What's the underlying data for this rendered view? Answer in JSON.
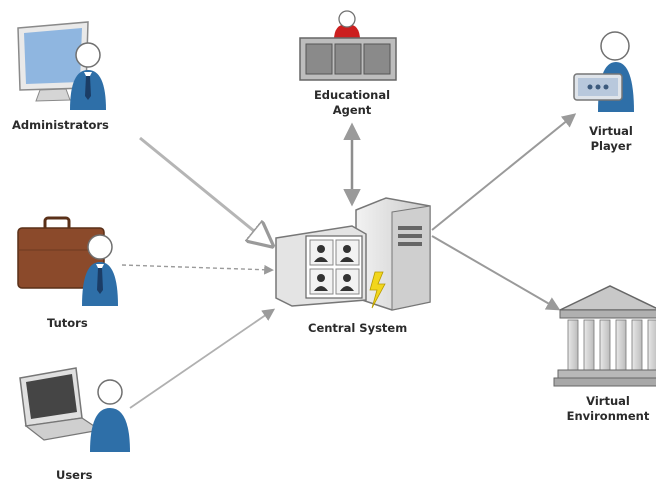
{
  "nodes": {
    "administrators": "Administrators",
    "tutors": "Tutors",
    "users": "Users",
    "educational_agent_line1": "Educational",
    "educational_agent_line2": "Agent",
    "central_system": "Central System",
    "virtual_player_line1": "Virtual",
    "virtual_player_line2": "Player",
    "virtual_environment_line1": "Virtual",
    "virtual_environment_line2": "Environment"
  },
  "edges": [
    {
      "from": "Administrators",
      "to": "Central System",
      "style": "solid-outline-arrow"
    },
    {
      "from": "Tutors",
      "to": "Central System",
      "style": "dashed"
    },
    {
      "from": "Users",
      "to": "Central System",
      "style": "solid"
    },
    {
      "from": "Educational Agent",
      "to": "Central System",
      "style": "double-headed"
    },
    {
      "from": "Central System",
      "to": "Virtual Player",
      "style": "solid"
    },
    {
      "from": "Central System",
      "to": "Virtual Environment",
      "style": "solid"
    }
  ],
  "colors": {
    "person_body": "#2e6fa8",
    "tie": "#1b3d66",
    "monitor_screen": "#8fb6e0",
    "briefcase": "#8b4a2b",
    "arrow": "#9a9a9a",
    "server": "#d8d8d8"
  }
}
